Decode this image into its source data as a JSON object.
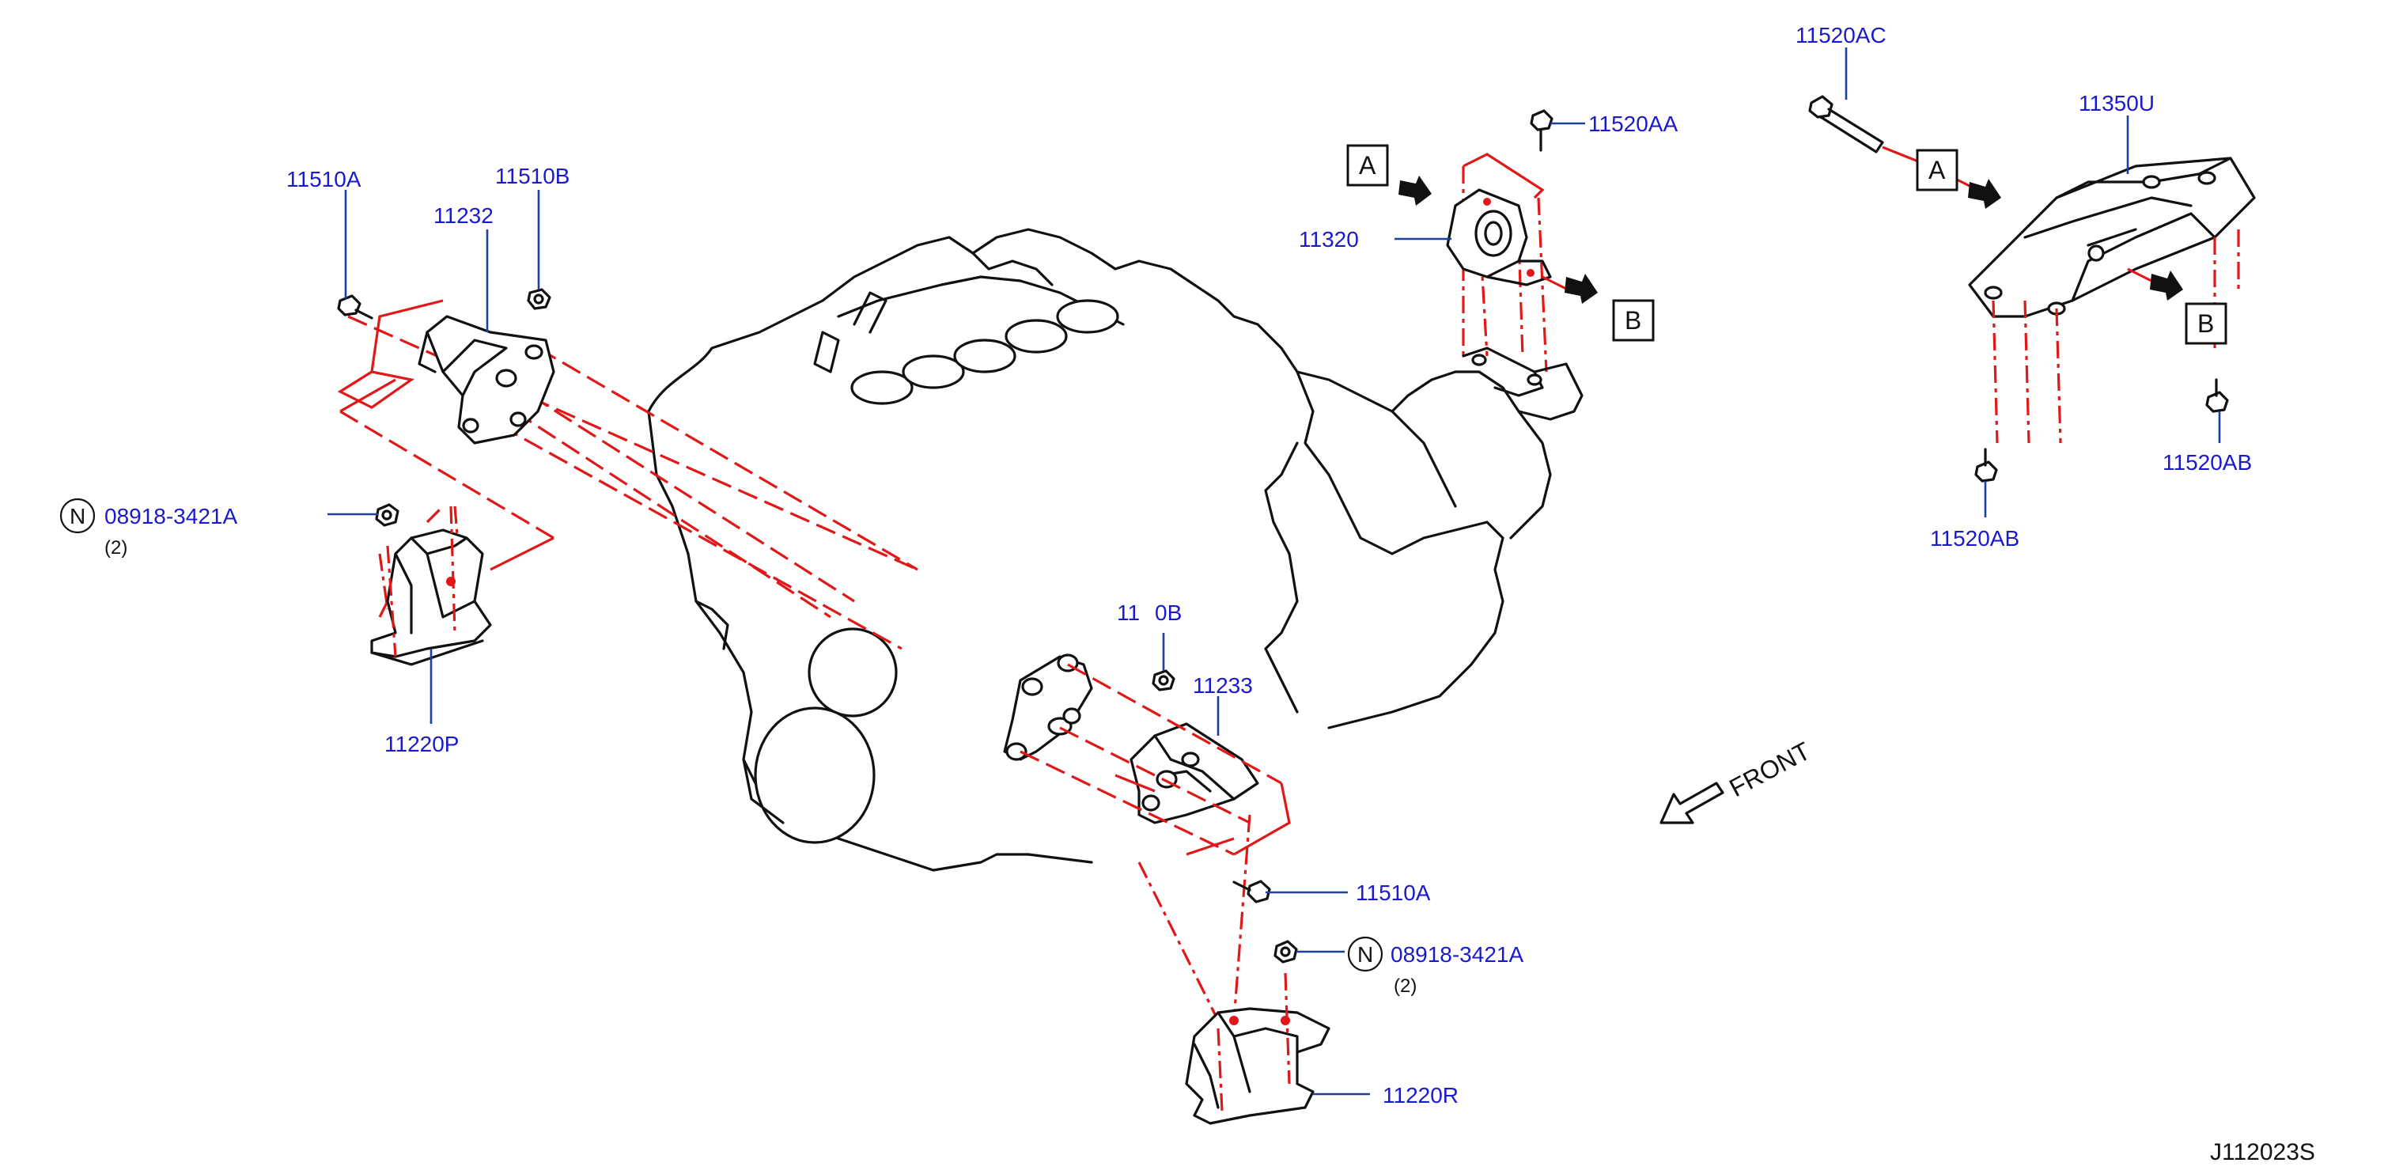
{
  "callouts": {
    "p11510A_top": "11510A",
    "p11510B_top": "11510B",
    "p11232": "11232",
    "p08918_left": "08918-3421A",
    "qty_left": "(2)",
    "p11220P": "11220P",
    "p11320": "11320",
    "p11520AA": "11520AA",
    "p11520AC": "11520AC",
    "p11350U": "11350U",
    "p11520AB_right": "11520AB",
    "p11520AB_left": "11520AB",
    "p11510B_mid": "11   0B",
    "p11233": "11233",
    "p11510A_mid": "11510A",
    "p08918_right": "08918-3421A",
    "qty_right": "(2)",
    "p11220R": "11220R"
  },
  "view_refs": {
    "a1": "A",
    "b1": "B",
    "a2": "A",
    "b2": "B"
  },
  "n_symbol": "N",
  "front_label": "FRONT",
  "diagram_code": "J112023S",
  "colors": {
    "callout": "#1a1acc",
    "leader": "#1e3f9a",
    "centerline": "#e01818",
    "part": "#111111"
  }
}
